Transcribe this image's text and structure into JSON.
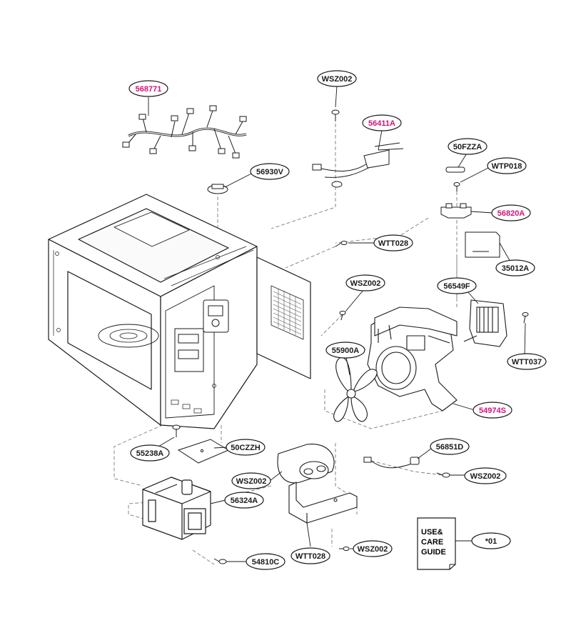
{
  "diagram": {
    "parts": [
      {
        "id": "568771",
        "highlight": true
      },
      {
        "id": "WSZ002",
        "highlight": false
      },
      {
        "id": "56411A",
        "highlight": true
      },
      {
        "id": "50FZZA",
        "highlight": false
      },
      {
        "id": "WTP018",
        "highlight": false
      },
      {
        "id": "56930V",
        "highlight": false
      },
      {
        "id": "56820A",
        "highlight": true
      },
      {
        "id": "WTT028",
        "highlight": false
      },
      {
        "id": "35012A",
        "highlight": false
      },
      {
        "id": "WSZ002",
        "highlight": false
      },
      {
        "id": "56549F",
        "highlight": false
      },
      {
        "id": "55900A",
        "highlight": false
      },
      {
        "id": "WTT037",
        "highlight": false
      },
      {
        "id": "54974S",
        "highlight": true
      },
      {
        "id": "56851D",
        "highlight": false
      },
      {
        "id": "WSZ002",
        "highlight": false
      },
      {
        "id": "55238A",
        "highlight": false
      },
      {
        "id": "50CZZH",
        "highlight": false
      },
      {
        "id": "WSZ002",
        "highlight": false
      },
      {
        "id": "56324A",
        "highlight": false
      },
      {
        "id": "54810C",
        "highlight": false
      },
      {
        "id": "WTT028",
        "highlight": false
      },
      {
        "id": "WSZ002",
        "highlight": false
      },
      {
        "id": "*01",
        "highlight": false
      }
    ],
    "manual": {
      "line1": "USE&",
      "line2": "CARE",
      "line3": "GUIDE"
    },
    "colors": {
      "highlight": "#d6127a",
      "ink": "#1a1a1a",
      "leader": "#666666"
    }
  }
}
